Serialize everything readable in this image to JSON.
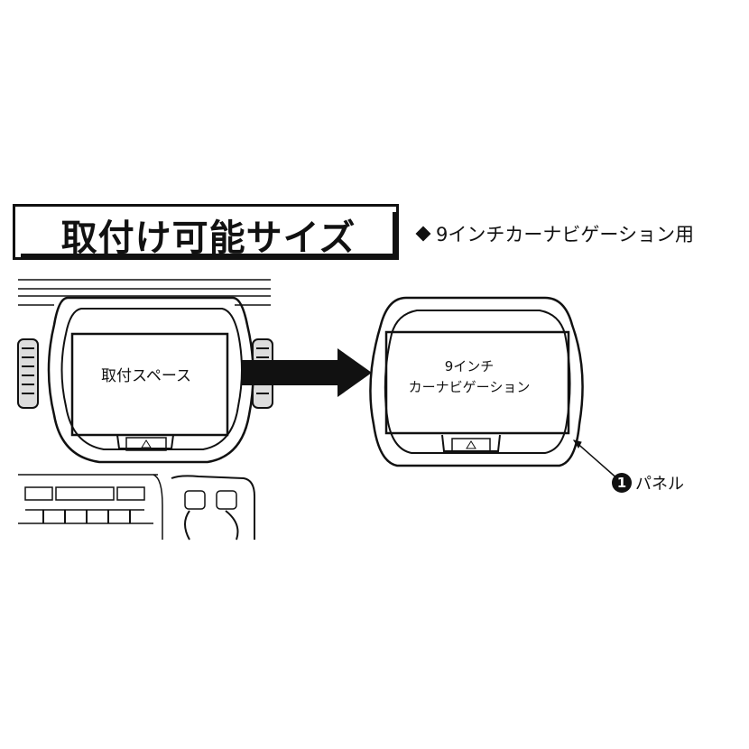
{
  "header": {
    "title": "取付け可能サイズ",
    "usage_marker": "diamond-icon",
    "usage_text": "9インチカーナビゲーション用"
  },
  "diagram": {
    "left_label": "取付スペース",
    "right_label_line1": "9インチ",
    "right_label_line2": "カーナビゲーション",
    "part_number": "1",
    "part_label": "パネル"
  },
  "colors": {
    "line": "#111111",
    "background": "#ffffff"
  }
}
